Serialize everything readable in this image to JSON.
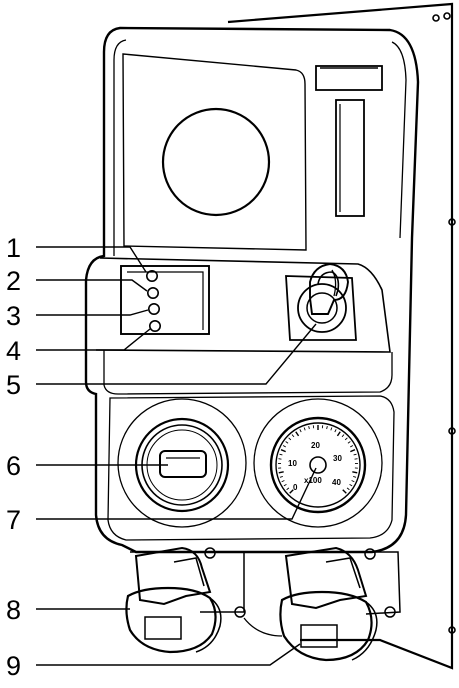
{
  "callouts": [
    {
      "id": "1",
      "label": "1"
    },
    {
      "id": "2",
      "label": "2"
    },
    {
      "id": "3",
      "label": "3"
    },
    {
      "id": "4",
      "label": "4"
    },
    {
      "id": "5",
      "label": "5"
    },
    {
      "id": "6",
      "label": "6"
    },
    {
      "id": "7",
      "label": "7"
    },
    {
      "id": "8",
      "label": "8"
    },
    {
      "id": "9",
      "label": "9"
    }
  ],
  "gauge": {
    "tick_labels": [
      "0",
      "10",
      "20",
      "30",
      "40"
    ],
    "unit": "x100"
  },
  "colors": {
    "line": "#000000",
    "background": "#ffffff",
    "panel": "#ffffff"
  }
}
